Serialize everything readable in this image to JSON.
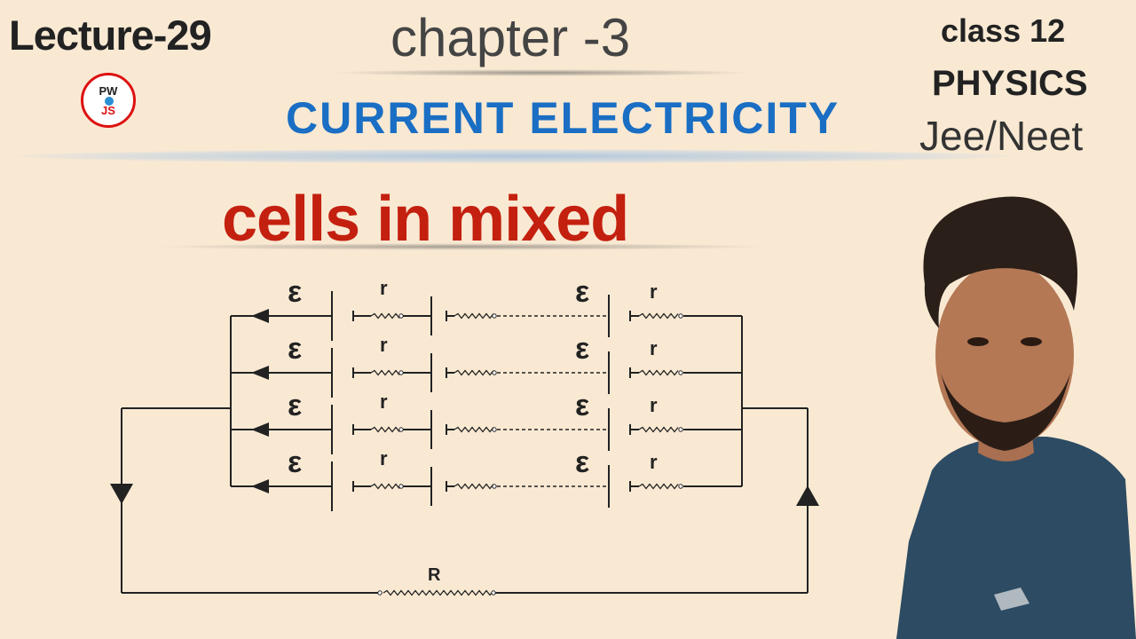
{
  "header": {
    "lecture": "Lecture-29",
    "chapter": "chapter -3",
    "topic": "CURRENT ELECTRICITY",
    "class": "class 12",
    "subject": "PHYSICS",
    "exam": "Jee/Neet"
  },
  "subtitle": "cells in mixed",
  "logo": {
    "top": "PW",
    "bottom": "JS"
  },
  "diagram": {
    "emf_label": "ε",
    "internal_resistance_label": "r",
    "external_resistance_label": "R",
    "rows": 4,
    "cells_per_row_shown": 3
  }
}
